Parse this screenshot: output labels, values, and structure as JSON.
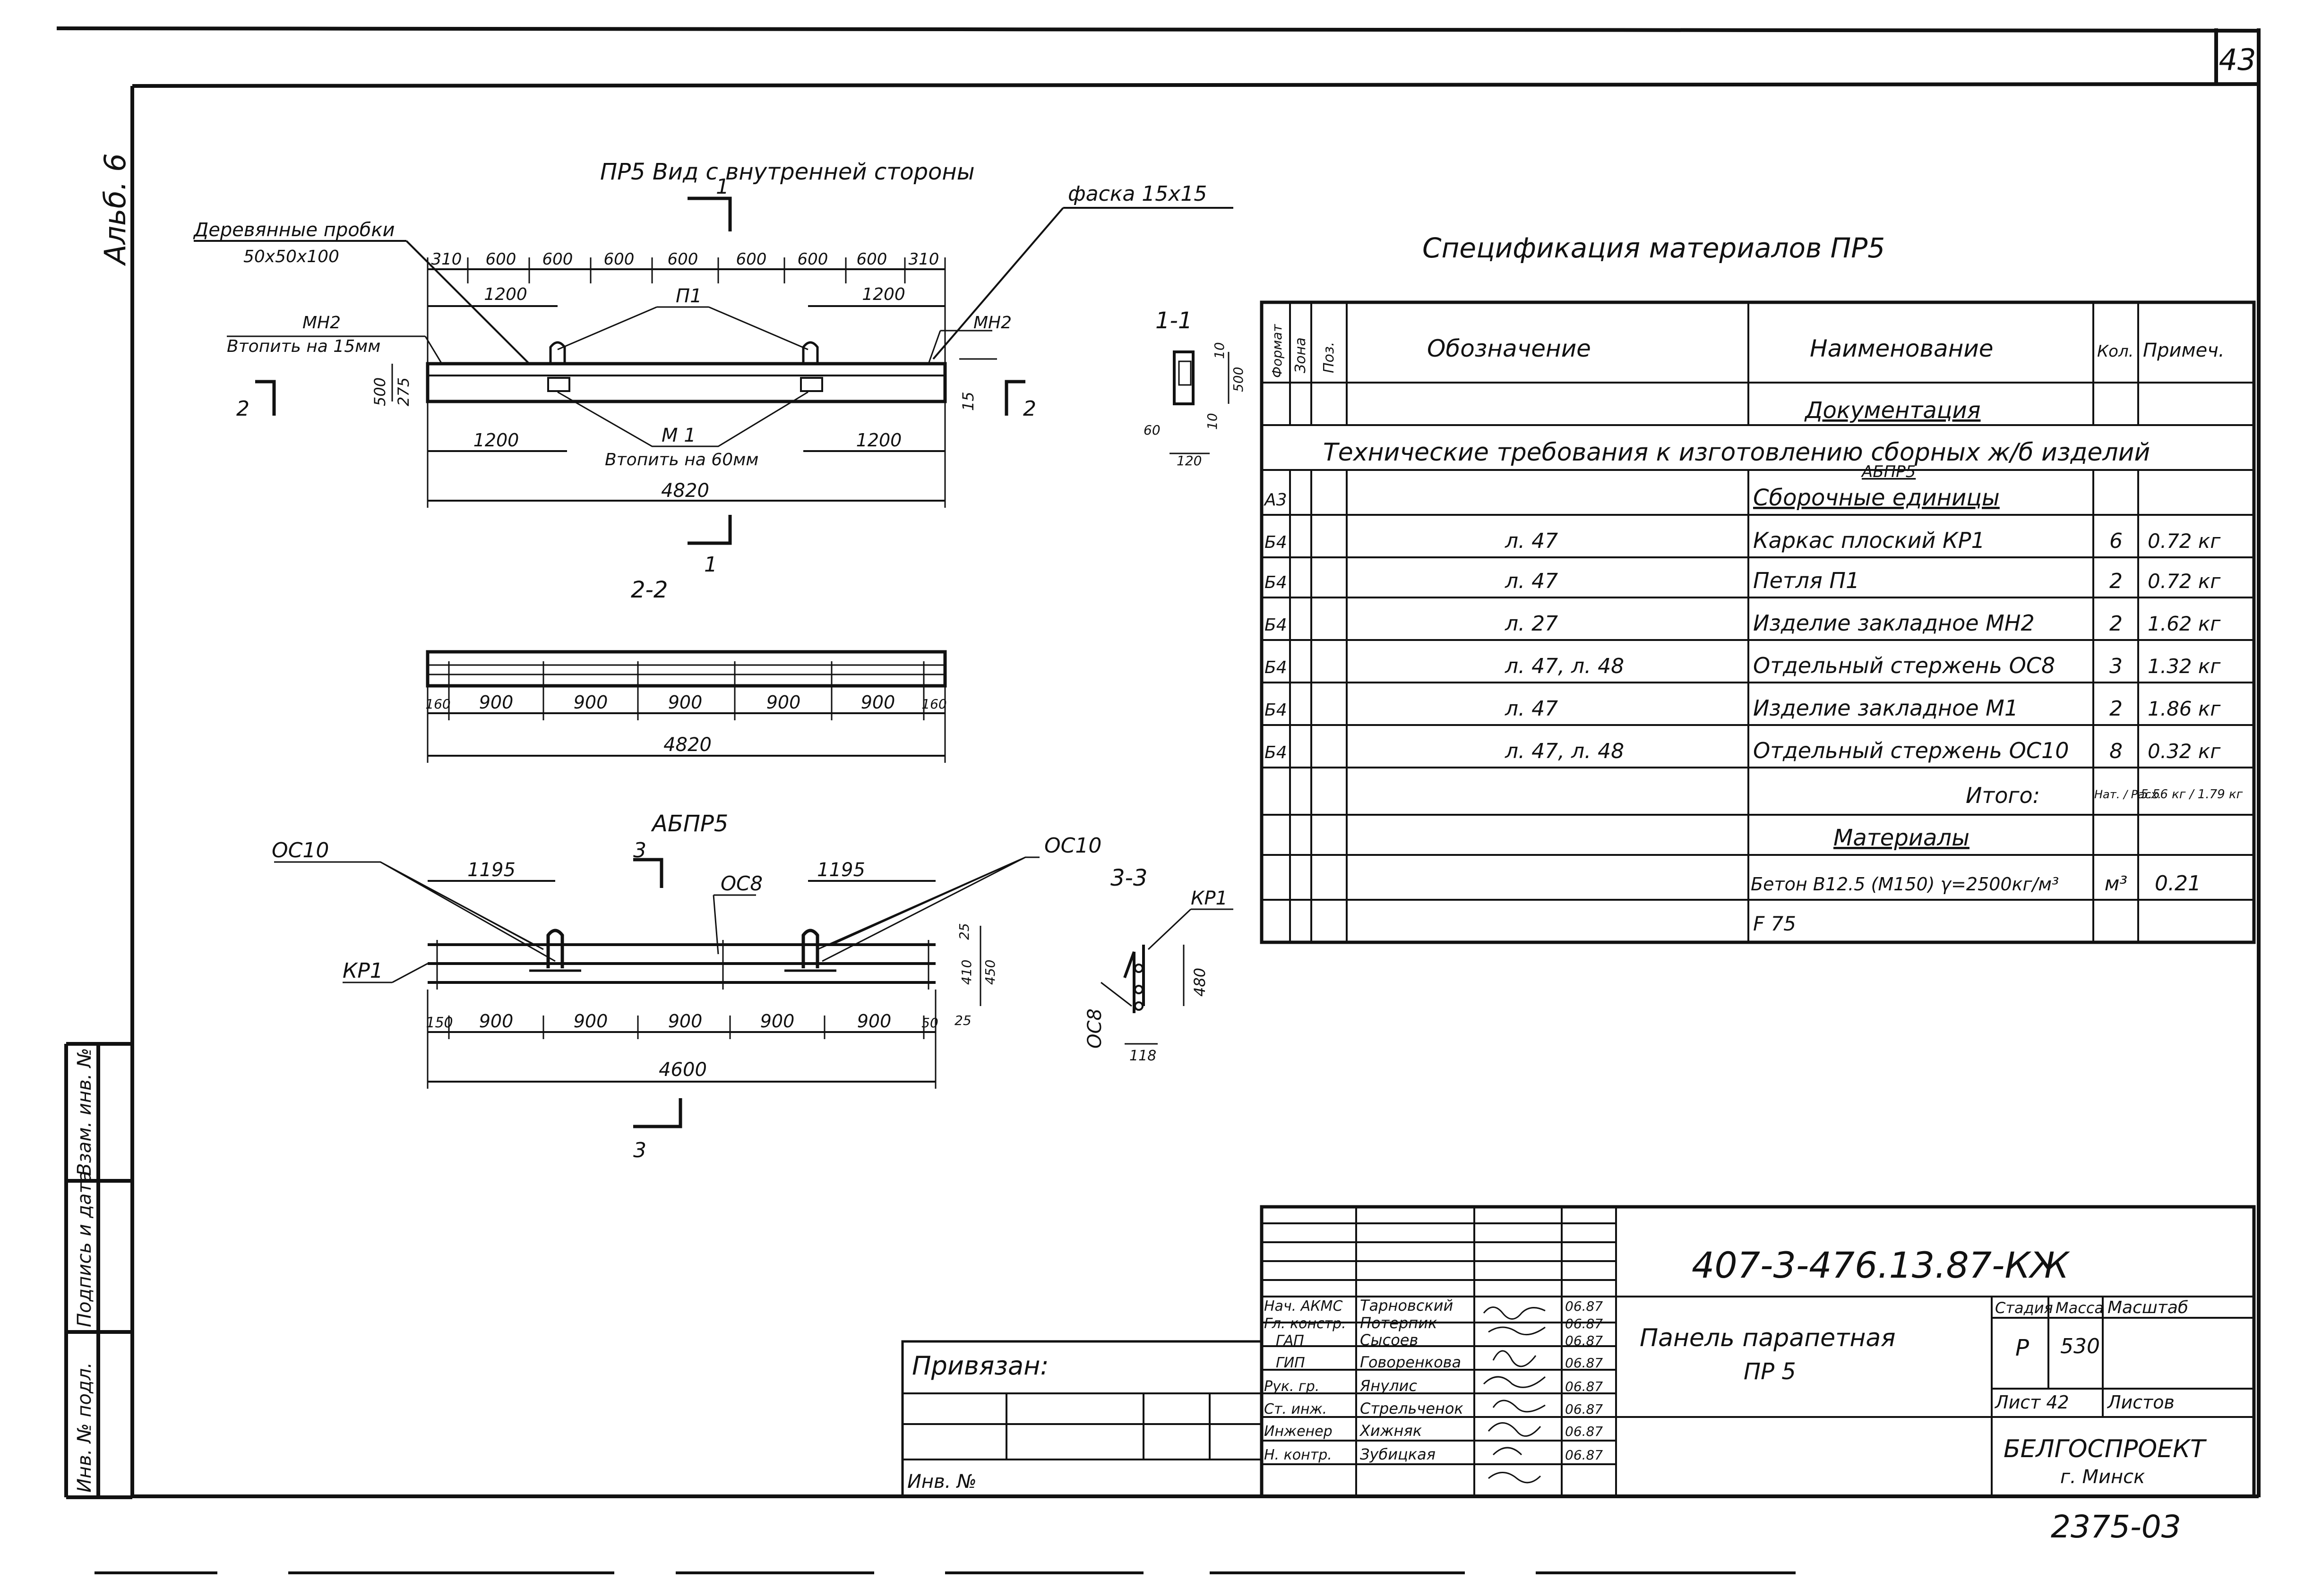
{
  "sheet_number": "43",
  "side_note": "Альб. 6",
  "view_pr5": {
    "title": "ПР5 Вид с внутренней стороны",
    "section_mark": "1",
    "wooden_plugs": [
      "Деревянные пробки",
      "50х50х100"
    ],
    "chamfer": "фаска 15х15",
    "mn2_left": [
      "МН2",
      "Втопить на 15мм"
    ],
    "mn2_right": "МН2",
    "p1": "П1",
    "m1": [
      "М 1",
      "Втопить на 60мм"
    ],
    "top_dims": [
      "310",
      "600",
      "600",
      "600",
      "600",
      "600",
      "600",
      "600",
      "310"
    ],
    "dim_1200": "1200",
    "height_dims": [
      "500",
      "275"
    ],
    "dim_15": "15",
    "total": "4820",
    "section2": "2"
  },
  "section_11": {
    "label": "1-1",
    "dims": [
      "10",
      "500",
      "60",
      "10",
      "120"
    ]
  },
  "section_22": {
    "label": "2-2",
    "dims": [
      "160",
      "900",
      "900",
      "900",
      "900",
      "900",
      "160"
    ],
    "total": "4820"
  },
  "cage": {
    "label": "АБПР5",
    "oc10": "ОС10",
    "oc8": "ОС8",
    "kp1": "КР1",
    "dim_1195": "1195",
    "side_dims": [
      "25",
      "450",
      "410",
      "25"
    ],
    "bottom_dims": [
      "150",
      "900",
      "900",
      "900",
      "900",
      "900",
      "50"
    ],
    "total": "4600",
    "section3": "3"
  },
  "section_33": {
    "label": "3-3",
    "kp1": "КР1",
    "oc8": "ОС8",
    "dims": [
      "480",
      "118"
    ]
  },
  "spec": {
    "title": "Спецификация материалов ПР5",
    "headers": [
      "Формат",
      "Зона",
      "Поз.",
      "Обозначение",
      "Наименование",
      "Кол.",
      "Примеч."
    ],
    "rows": [
      {
        "fmt": "",
        "zone": "",
        "pos": "",
        "designation": "",
        "name": "Документация",
        "qty": "",
        "note": "",
        "style": "header"
      },
      {
        "fmt": "",
        "zone": "",
        "pos": "",
        "designation": "",
        "name": "Технические требования к изготовлению сборных ж/б изделий",
        "qty": "",
        "note": "",
        "style": "wide"
      },
      {
        "fmt": "А3",
        "zone": "",
        "pos": "",
        "designation": "",
        "name": "Сборочные единицы",
        "qty": "",
        "note": "",
        "style": "header",
        "over": "АБПР5"
      },
      {
        "fmt": "Б4",
        "zone": "",
        "pos": "",
        "designation": "л. 47",
        "name": "Каркас плоский КР1",
        "qty": "6",
        "note": "0.72 кг",
        "style": ""
      },
      {
        "fmt": "Б4",
        "zone": "",
        "pos": "",
        "designation": "л. 47",
        "name": "Петля П1",
        "qty": "2",
        "note": "0.72 кг",
        "style": ""
      },
      {
        "fmt": "Б4",
        "zone": "",
        "pos": "",
        "designation": "л. 27",
        "name": "Изделие закладное МН2",
        "qty": "2",
        "note": "1.62 кг",
        "style": ""
      },
      {
        "fmt": "Б4",
        "zone": "",
        "pos": "",
        "designation": "л. 47, л. 48",
        "name": "Отдельный стержень ОС8",
        "qty": "3",
        "note": "1.32 кг",
        "style": ""
      },
      {
        "fmt": "Б4",
        "zone": "",
        "pos": "",
        "designation": "л. 47",
        "name": "Изделие закладное М1",
        "qty": "2",
        "note": "1.86 кг",
        "style": ""
      },
      {
        "fmt": "Б4",
        "zone": "",
        "pos": "",
        "designation": "л. 47, л. 48",
        "name": "Отдельный стержень ОС10",
        "qty": "8",
        "note": "0.32 кг",
        "style": ""
      },
      {
        "fmt": "",
        "zone": "",
        "pos": "",
        "designation": "",
        "name": "Итого:",
        "qty": "Нат. / Расх.",
        "note": "5.56 кг / 1.79 кг",
        "style": "total"
      },
      {
        "fmt": "",
        "zone": "",
        "pos": "",
        "designation": "",
        "name": "Материалы",
        "qty": "",
        "note": "",
        "style": "header"
      },
      {
        "fmt": "",
        "zone": "",
        "pos": "",
        "designation": "",
        "name": "Бетон В12.5 (М150) γ=2500кг/м³",
        "qty": "м³",
        "note": "0.21",
        "style": ""
      },
      {
        "fmt": "",
        "zone": "",
        "pos": "",
        "designation": "",
        "name": "F 75",
        "qty": "",
        "note": "",
        "style": ""
      }
    ]
  },
  "stamp": {
    "code": "407-3-476.13.87-КЖ",
    "product": [
      "Панель парапетная",
      "ПР 5"
    ],
    "stage_header": "Стадия",
    "mass_header": "Масса",
    "scale_header": "Масштаб",
    "stage": "Р",
    "mass": "530",
    "sheet": "Лист 42",
    "sheets": "Листов",
    "org": [
      "БЕЛГОСПРОЕКТ",
      "г. Минск"
    ],
    "people": [
      {
        "role": "Нач. АКМС",
        "name": "Тарновский",
        "date": "06.87"
      },
      {
        "role": "Гл. констр.",
        "name": "Потерпик",
        "date": "06.87"
      },
      {
        "role": "ГАП",
        "name": "Сысоев",
        "date": "06.87"
      },
      {
        "role": "ГИП",
        "name": "Говоренкова",
        "date": "06.87"
      },
      {
        "role": "Рук. гр.",
        "name": "Янулис",
        "date": "06.87"
      },
      {
        "role": "Ст. инж.",
        "name": "Стрельченок",
        "date": "06.87"
      },
      {
        "role": "Инженер",
        "name": "Хижняк",
        "date": "06.87"
      },
      {
        "role": "Н. контр.",
        "name": "Зубицкая",
        "date": "06.87"
      }
    ],
    "bound": "Привязан:",
    "inv": "Инв. №"
  },
  "margin_labels": [
    "Инв. № подл.",
    "Подпись и дата",
    "Взам. инв. №"
  ],
  "footer": "2375-03"
}
